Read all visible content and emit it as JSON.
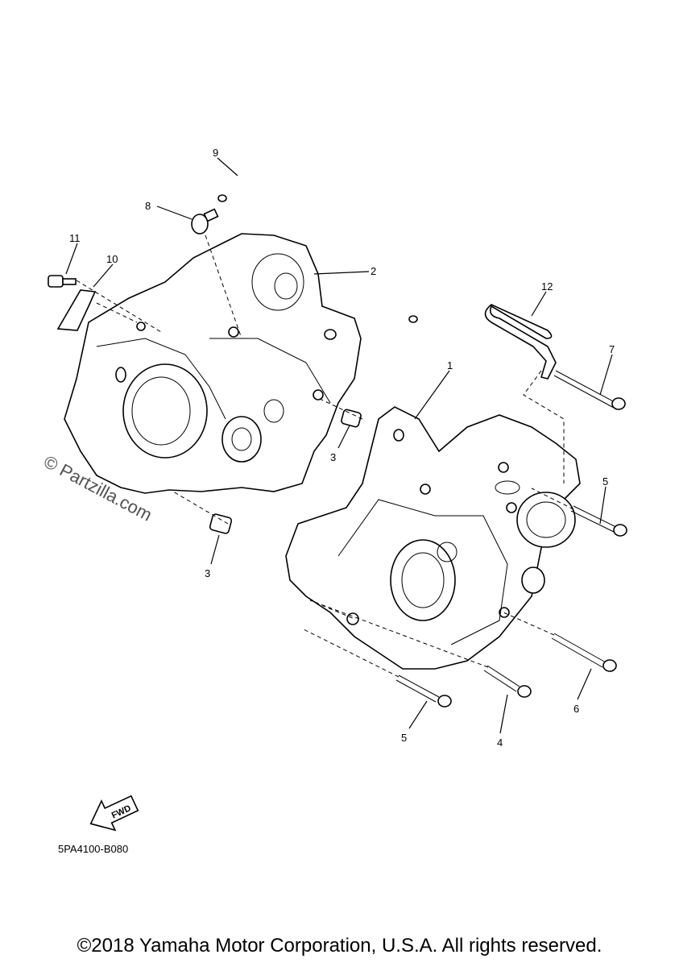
{
  "callouts": {
    "c1": "1",
    "c2": "2",
    "c3a": "3",
    "c3b": "3",
    "c4": "4",
    "c5a": "5",
    "c5b": "5",
    "c6": "6",
    "c7": "7",
    "c8": "8",
    "c9": "9",
    "c10": "10",
    "c11": "11",
    "c12": "12"
  },
  "fwd_label": "FWD",
  "diagram_code": "5PA4100-B080",
  "watermark": "© Partzilla.com",
  "copyright": "©2018 Yamaha Motor Corporation, U.S.A. All rights reserved."
}
